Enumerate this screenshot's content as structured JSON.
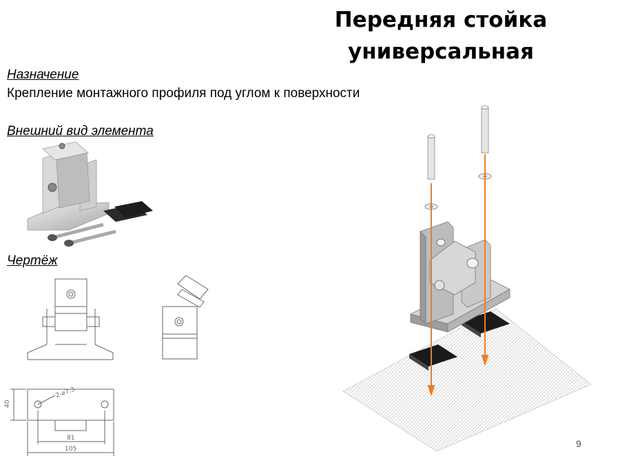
{
  "title": {
    "line1": "Передняя стойка",
    "line2": "универсальная"
  },
  "purpose": {
    "heading": "Назначение",
    "text": "Крепление монтажного профиля под углом к поверхности"
  },
  "appearance": {
    "heading": "Внешний вид элемента"
  },
  "drawing": {
    "heading": "Чертёж",
    "hole_label": "2-⌀7.3",
    "dim_height": "40",
    "dim_hole_spacing": "81",
    "dim_width": "105"
  },
  "page_number": "9",
  "colors": {
    "arrow": "#f07d1a",
    "metal_face": "#c8c8c8",
    "metal_dark": "#9a9a9a",
    "pad": "#222222"
  }
}
